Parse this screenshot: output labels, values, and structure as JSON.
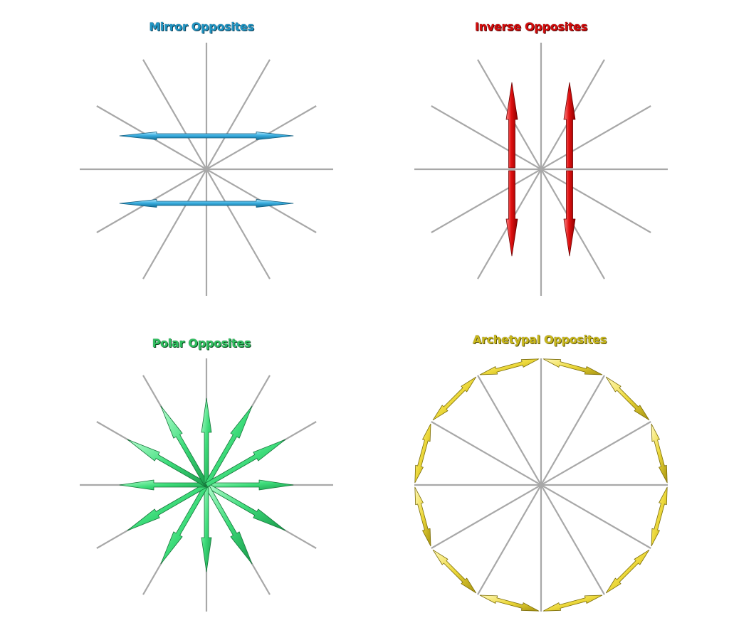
{
  "colors": {
    "spoke": "#a8a8a8",
    "mirror": "#3aaee0",
    "inverse": "#e01010",
    "polar": "#3ddc7a",
    "archetypal": "#ecd83a"
  },
  "panels": {
    "mirror": {
      "title": "Mirror Opposites",
      "arrow_icon": "double-headed-horizontal-arrow"
    },
    "inverse": {
      "title": "Inverse Opposites",
      "arrow_icon": "double-headed-vertical-arrow"
    },
    "polar": {
      "title": "Polar Opposites",
      "arrow_icon": "radial-arrow"
    },
    "archetypal": {
      "title": "Archetypal Opposites",
      "arrow_icon": "circular-double-arrow"
    }
  }
}
